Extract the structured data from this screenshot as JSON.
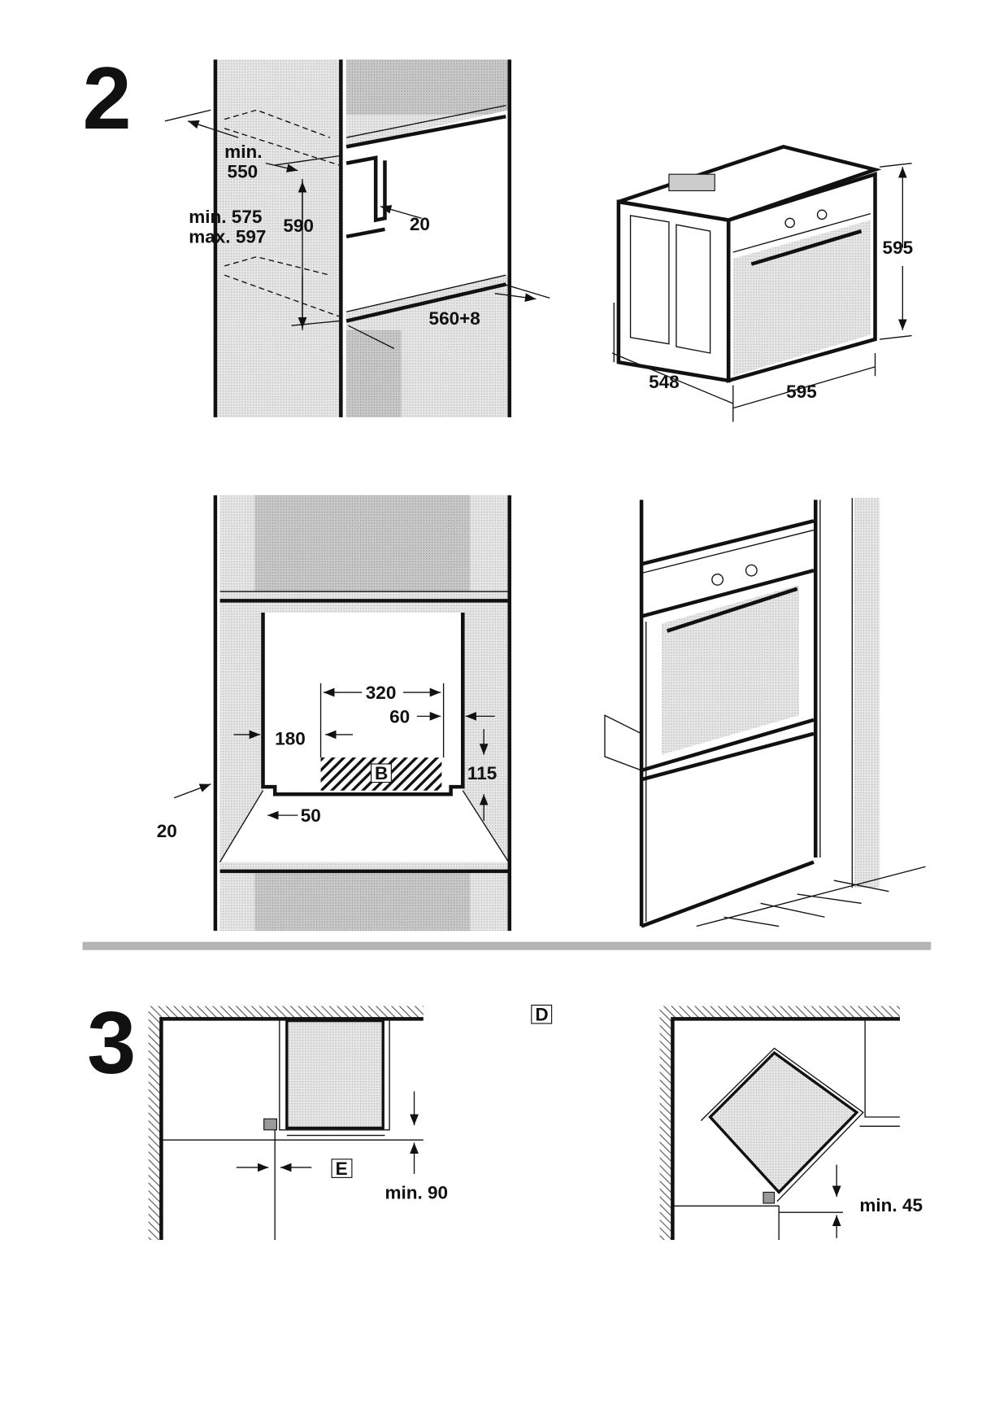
{
  "step2": {
    "number": "2",
    "niche": {
      "min_label": "min.",
      "depth": "550",
      "height_min": "min.  575",
      "height_max": "max. 597",
      "opening_height": "590",
      "gap": "20",
      "width": "560+8"
    },
    "oven": {
      "height": "595",
      "depth": "548",
      "width": "595"
    },
    "ventilation": {
      "w320": "320",
      "w60": "60",
      "w180": "180",
      "area_label": "B",
      "h115": "115",
      "gap20": "20",
      "w50": "50"
    }
  },
  "step3": {
    "number": "3",
    "label_d": "D",
    "label_e": "E",
    "min90": "min. 90",
    "min45": "min. 45"
  },
  "colors": {
    "ink": "#111111",
    "separator": "#b5b5b5",
    "fill": "#d8d8d8"
  }
}
